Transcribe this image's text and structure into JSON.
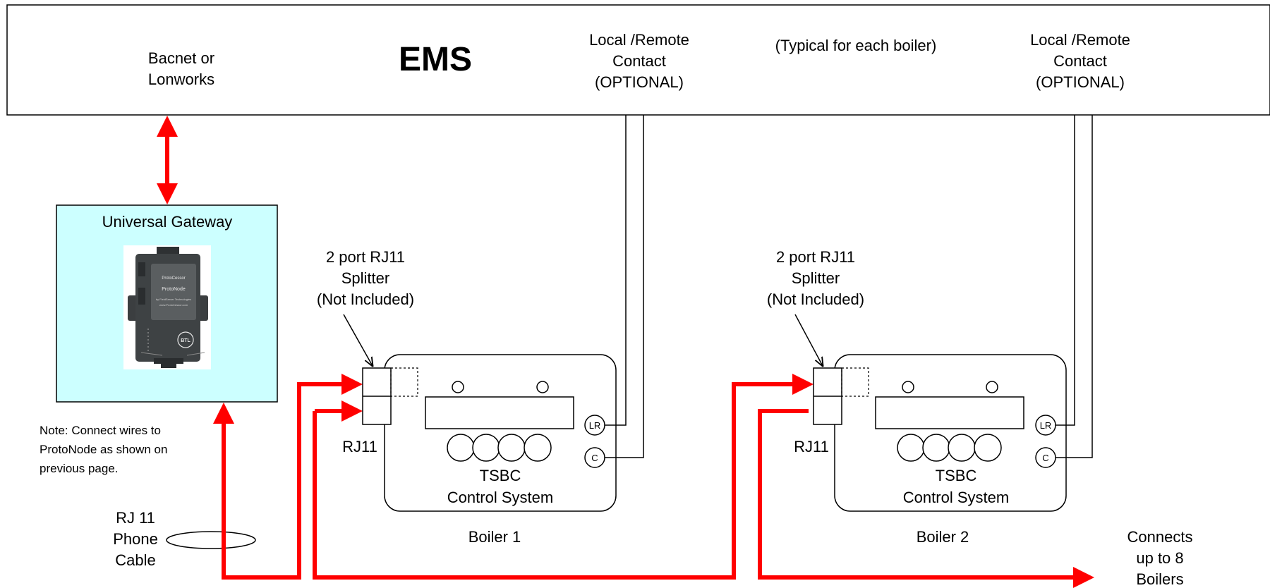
{
  "ems": {
    "title": "EMS",
    "protocol_line1": "Bacnet or",
    "protocol_line2": "Lonworks",
    "typical_note": "(Typical for each boiler)"
  },
  "contact": {
    "line1": "Local /Remote",
    "line2": "Contact",
    "line3": "(OPTIONAL)"
  },
  "gateway": {
    "title": "Universal Gateway",
    "device_brand_1": "ProtoCessor",
    "device_brand_2": "ProtoNode",
    "device_maker": "by FieldServer Technologies",
    "device_url": "www.ProtoCessor.com",
    "badge": "BTL"
  },
  "note": {
    "line1": "Note: Connect wires to",
    "line2": "ProtoNode as shown on",
    "line3": "previous page."
  },
  "splitter": {
    "line1": "2 port RJ11",
    "line2": "Splitter",
    "line3": "(Not Included)",
    "port_label": "RJ11"
  },
  "controller": {
    "line1": "TSBC",
    "line2": "Control System",
    "terminal_lr": "LR",
    "terminal_c": "C"
  },
  "boilers": [
    {
      "label": "Boiler 1"
    },
    {
      "label": "Boiler 2"
    }
  ],
  "cable": {
    "line1": "RJ 11",
    "line2": "Phone",
    "line3": "Cable"
  },
  "expansion": {
    "line1": "Connects",
    "line2": "up to 8",
    "line3": "Boilers"
  },
  "colors": {
    "signal": "#ff0000",
    "gateway_fill": "#ccffff"
  }
}
